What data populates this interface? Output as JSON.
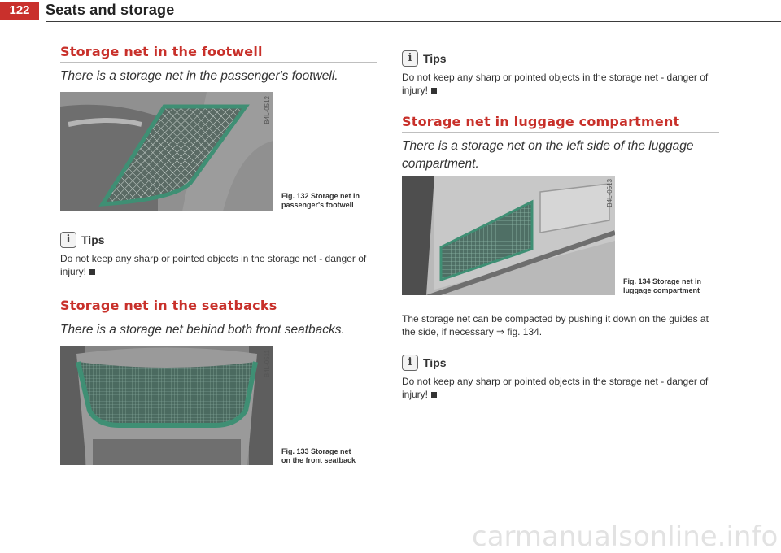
{
  "header": {
    "page_number": "122",
    "section": "Seats and storage"
  },
  "left": {
    "footwell": {
      "heading": "Storage net in the footwell",
      "lead": "There is a storage net in the passenger's footwell.",
      "figure_code": "B4L-0512",
      "caption_num": "Fig. 132",
      "caption_line1": "Storage net in",
      "caption_line2": "passenger's footwell"
    },
    "tips1": {
      "label": "Tips",
      "text": "Do not keep any sharp or pointed objects in the storage net - danger of injury!"
    },
    "seatbacks": {
      "heading": "Storage net in the seatbacks",
      "lead": "There is a storage net behind both front seatbacks.",
      "figure_code": "B4L-0511",
      "caption_num": "Fig. 133",
      "caption_line1": "Storage net",
      "caption_line2": "on the front seatback"
    }
  },
  "right": {
    "tips2": {
      "label": "Tips",
      "text": "Do not keep any sharp or pointed objects in the storage net - danger of injury!"
    },
    "luggage": {
      "heading": "Storage net in luggage compartment",
      "lead": "There is a storage net on the left side of the luggage compartment.",
      "figure_code": "B4L-0513",
      "caption_num": "Fig. 134",
      "caption_line1": "Storage net in",
      "caption_line2": "luggage compartment",
      "body": "The storage net can be compacted by pushing it down on the guides at the side, if necessary ⇒ fig. 134."
    },
    "tips3": {
      "label": "Tips",
      "text": "Do not keep any sharp or pointed objects in the storage net - danger of injury!"
    }
  },
  "watermark": "carmanualsonline.info",
  "icons": {
    "tip": "info-icon",
    "end": "end-square-icon"
  },
  "colors": {
    "accent_red": "#c8302a",
    "net_green": "#3f8f74"
  }
}
